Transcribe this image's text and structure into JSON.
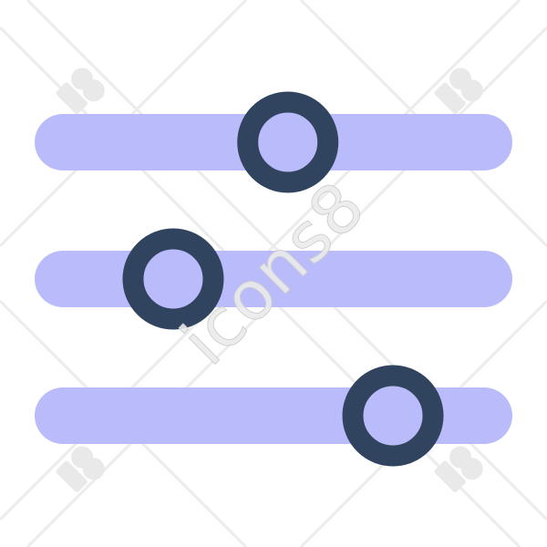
{
  "watermark": {
    "text": "icons8"
  },
  "colors": {
    "track": "#babbfb",
    "knob_ring": "#30445f",
    "knob_fill": "#babbfb",
    "background": "#ffffff"
  },
  "icon": {
    "semantic_name": "sliders-icon",
    "sliders": [
      {
        "name": "slider-1",
        "value_fraction": 0.53
      },
      {
        "name": "slider-2",
        "value_fraction": 0.29
      },
      {
        "name": "slider-3",
        "value_fraction": 0.75
      }
    ]
  }
}
